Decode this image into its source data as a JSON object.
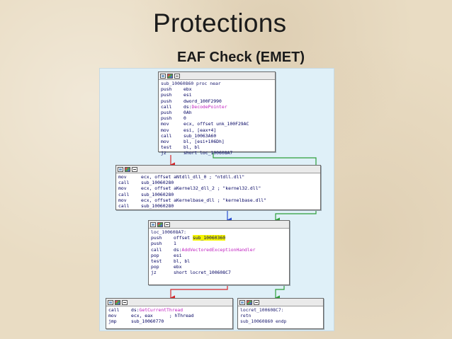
{
  "slide": {
    "title": "Protections",
    "subtitle": "EAF Check (EMET)"
  },
  "colors": {
    "edge_true": "#2e9e3a",
    "edge_false": "#d8262a",
    "edge_uncond": "#2a4fd0",
    "background_panel": "#dff0f8"
  },
  "nodes": {
    "n1": {
      "lines": [
        {
          "m": "sub_10060860 proc near",
          "o": ""
        },
        {
          "m": "push",
          "o": "ebx"
        },
        {
          "m": "push",
          "o": "esi"
        },
        {
          "m": "push",
          "o": "dword_100F2990"
        },
        {
          "m": "call",
          "o": "ds:DecodePointer"
        },
        {
          "m": "push",
          "o": "0Ah"
        },
        {
          "m": "push",
          "o": "0"
        },
        {
          "m": "mov",
          "o": "ecx, offset unk_100F29AC"
        },
        {
          "m": "mov",
          "o": "esi, [eax+4]"
        },
        {
          "m": "call",
          "o": "sub_10063A60"
        },
        {
          "m": "mov",
          "o": "bl, [esi+106Dh]"
        },
        {
          "m": "test",
          "o": "bl, bl"
        },
        {
          "m": "jz",
          "o": "short loc_100608A7"
        }
      ]
    },
    "n2": {
      "lines": [
        {
          "m": "mov",
          "o": "ecx, offset aNtdll_dll_0 ; \"ntdll.dll\""
        },
        {
          "m": "call",
          "o": "sub_10060280"
        },
        {
          "m": "mov",
          "o": "ecx, offset aKernel32_dll_2 ; \"kernel32.dll\""
        },
        {
          "m": "call",
          "o": "sub_10060280"
        },
        {
          "m": "mov",
          "o": "ecx, offset aKernelbase_dll ; \"kernelbase.dll\""
        },
        {
          "m": "call",
          "o": "sub_10060280"
        }
      ]
    },
    "n3": {
      "lines": [
        {
          "m": "loc_100608A7:",
          "o": ""
        },
        {
          "m": "push",
          "o": "offset sub_10060360"
        },
        {
          "m": "push",
          "o": "1"
        },
        {
          "m": "call",
          "o": "ds:AddVectoredExceptionHandler"
        },
        {
          "m": "pop",
          "o": "esi"
        },
        {
          "m": "test",
          "o": "bl, bl"
        },
        {
          "m": "pop",
          "o": "ebx"
        },
        {
          "m": "jz",
          "o": "short locret_100608C7"
        }
      ]
    },
    "n4": {
      "lines": [
        {
          "m": "call",
          "o": "ds:GetCurrentThread"
        },
        {
          "m": "mov",
          "o": "ecx, eax      ; hThread"
        },
        {
          "m": "jmp",
          "o": "sub_10060770"
        }
      ]
    },
    "n5": {
      "lines": [
        {
          "m": "locret_100608C7:",
          "o": ""
        },
        {
          "m": "retn",
          "o": ""
        },
        {
          "m": "sub_10060860 endp",
          "o": ""
        }
      ]
    }
  }
}
